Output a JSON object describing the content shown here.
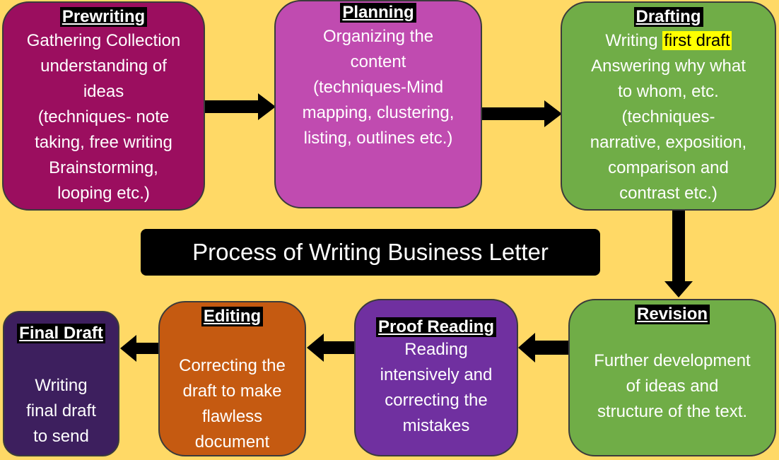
{
  "banner": {
    "title": "Process of Writing Business Letter"
  },
  "steps": {
    "prewriting": {
      "title": "Prewriting",
      "lines": [
        "Gathering Collection",
        "understanding of",
        "ideas",
        "(techniques- note",
        "taking, free writing",
        "Brainstorming,",
        "looping etc.)"
      ]
    },
    "planning": {
      "title": "Planning",
      "lines": [
        "Organizing the",
        "content",
        "(techniques-Mind",
        "mapping, clustering,",
        "listing, outlines etc.)"
      ]
    },
    "drafting": {
      "title": "Drafting",
      "line1_prefix": "Writing ",
      "line1_highlight": "first draft",
      "lines": [
        "Answering why what",
        "to whom, etc.",
        "(techniques-",
        "narrative, exposition,",
        "comparison and",
        "contrast etc.)"
      ]
    },
    "revision": {
      "title": "Revision",
      "lines": [
        "Further development",
        "of ideas and",
        "structure of the text."
      ]
    },
    "proof_reading": {
      "title": "Proof Reading",
      "lines": [
        "Reading",
        "intensively and",
        "correcting the",
        "mistakes"
      ]
    },
    "editing": {
      "title": "Editing",
      "lines": [
        "Correcting the",
        "draft to make",
        "flawless",
        "document"
      ]
    },
    "final_draft": {
      "title": "Final Draft",
      "lines": [
        "Writing",
        "final draft",
        "to send"
      ]
    }
  },
  "colors": {
    "background": "#FFD966",
    "prewriting": "#9B0E5F",
    "planning": "#C04BB0",
    "drafting": "#70AD47",
    "revision": "#70AD47",
    "proof_reading": "#7030A0",
    "editing": "#C55A11",
    "final_draft": "#3D1F5E",
    "highlight": "#FFFF00"
  }
}
